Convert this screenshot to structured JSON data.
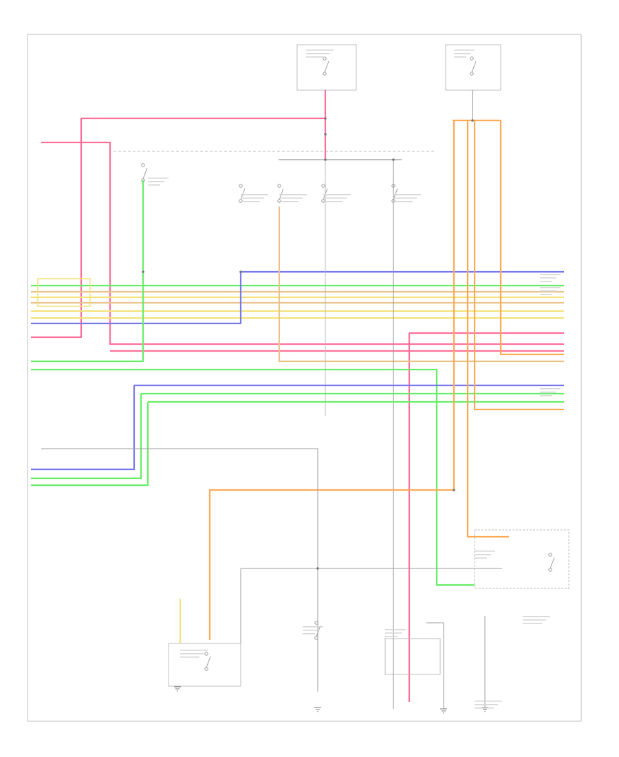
{
  "colors": {
    "border": "#bdbdbd",
    "black_wire": "#9e9e9e",
    "pink_wire": "#ff6f9a",
    "green_wire": "#66ee66",
    "blue_wire": "#7777ee",
    "yellow_wire": "#f4e27a",
    "tan_wire": "#e8c48a",
    "orange_wire": "#ffaa55",
    "dash": "#bbbbbb"
  },
  "footer": {
    "code": ""
  },
  "components": [
    "top-left-relay-box",
    "top-right-relay-box",
    "left-switch",
    "center-switch-1",
    "center-switch-2",
    "center-switch-3",
    "center-switch-4",
    "right-switch-panel",
    "bottom-left-actuator",
    "bottom-center-switch",
    "bottom-center-motor",
    "bottom-right-ground"
  ]
}
